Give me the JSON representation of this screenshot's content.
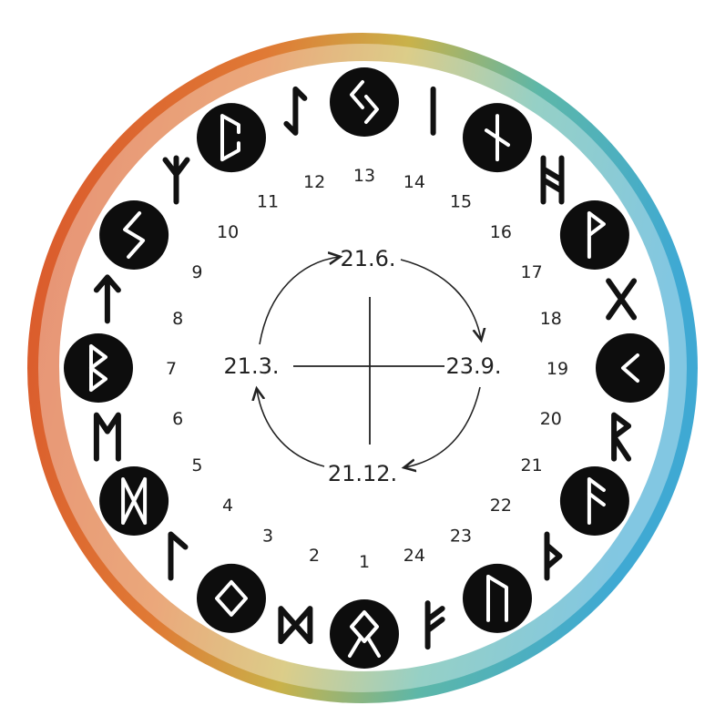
{
  "positions": [
    {
      "number": "1",
      "rune": "othala",
      "rune_glyph": "ᛟ",
      "disc": true
    },
    {
      "number": "2",
      "rune": "dagaz",
      "rune_glyph": "ᛞ",
      "disc": false
    },
    {
      "number": "3",
      "rune": "ingwaz",
      "rune_glyph": "ᛜ",
      "disc": true
    },
    {
      "number": "4",
      "rune": "laguz",
      "rune_glyph": "ᛚ",
      "disc": false
    },
    {
      "number": "5",
      "rune": "mannaz",
      "rune_glyph": "ᛗ",
      "disc": true
    },
    {
      "number": "6",
      "rune": "ehwaz",
      "rune_glyph": "ᛖ",
      "disc": false
    },
    {
      "number": "7",
      "rune": "berkano",
      "rune_glyph": "ᛒ",
      "disc": true
    },
    {
      "number": "8",
      "rune": "tiwaz",
      "rune_glyph": "ᛏ",
      "disc": false
    },
    {
      "number": "9",
      "rune": "sowilo",
      "rune_glyph": "ᛋ",
      "disc": true
    },
    {
      "number": "10",
      "rune": "algiz",
      "rune_glyph": "ᛉ",
      "disc": false
    },
    {
      "number": "11",
      "rune": "perthro",
      "rune_glyph": "ᛈ",
      "disc": true
    },
    {
      "number": "12",
      "rune": "eihwaz",
      "rune_glyph": "ᛇ",
      "disc": false
    },
    {
      "number": "13",
      "rune": "jera",
      "rune_glyph": "ᛃ",
      "disc": true
    },
    {
      "number": "14",
      "rune": "isa",
      "rune_glyph": "ᛁ",
      "disc": false
    },
    {
      "number": "15",
      "rune": "naudiz",
      "rune_glyph": "ᚾ",
      "disc": true
    },
    {
      "number": "16",
      "rune": "hagalaz",
      "rune_glyph": "ᚺ",
      "disc": false
    },
    {
      "number": "17",
      "rune": "wunjo",
      "rune_glyph": "ᚹ",
      "disc": true
    },
    {
      "number": "18",
      "rune": "gebo",
      "rune_glyph": "ᚷ",
      "disc": false
    },
    {
      "number": "19",
      "rune": "kenaz",
      "rune_glyph": "ᚲ",
      "disc": true
    },
    {
      "number": "20",
      "rune": "raidho",
      "rune_glyph": "ᚱ",
      "disc": false
    },
    {
      "number": "21",
      "rune": "ansuz",
      "rune_glyph": "ᚨ",
      "disc": true
    },
    {
      "number": "22",
      "rune": "thurisaz",
      "rune_glyph": "ᚦ",
      "disc": false
    },
    {
      "number": "23",
      "rune": "uruz",
      "rune_glyph": "ᚢ",
      "disc": true
    },
    {
      "number": "24",
      "rune": "fehu",
      "rune_glyph": "ᚠ",
      "disc": false
    }
  ],
  "dates": {
    "top": "21.6.",
    "right": "23.9.",
    "bottom": "21.12.",
    "left": "21.3."
  },
  "colors": {
    "ring_warm": "#d9532a",
    "ring_orange": "#e79a3c",
    "ring_cool": "#3fa9d3",
    "ring_teal": "#5db7a8",
    "disc": "#0d0d0d",
    "ink": "#222222"
  }
}
